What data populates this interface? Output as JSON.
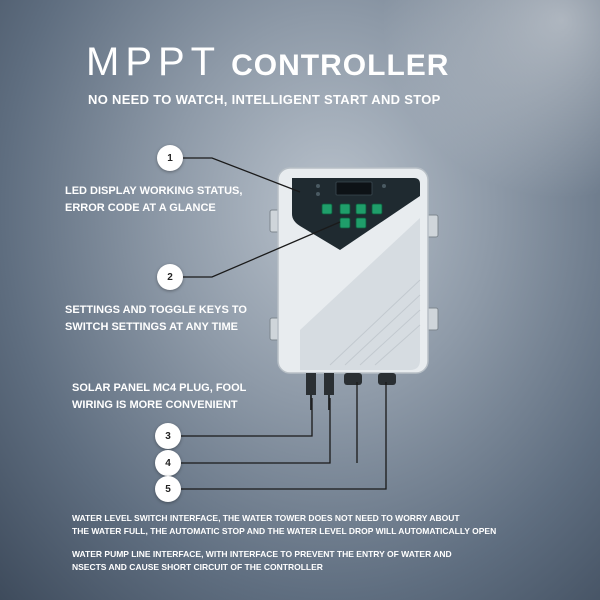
{
  "title": {
    "part1": "MPPT",
    "part2": "CONTROLLER"
  },
  "subtitle": "NO NEED TO WATCH, INTELLIGENT START AND STOP",
  "callouts": [
    {
      "number": "1",
      "lines": [
        "LED DISPLAY WORKING STATUS,",
        "ERROR CODE AT A GLANCE"
      ]
    },
    {
      "number": "2",
      "lines": [
        "SETTINGS AND TOGGLE KEYS TO",
        "SWITCH SETTINGS AT ANY TIME"
      ]
    },
    {
      "number": "3",
      "lines": [
        "SOLAR PANEL MC4 PLUG, FOOL",
        "WIRING IS MORE CONVENIENT"
      ]
    },
    {
      "number": "4",
      "lines": []
    },
    {
      "number": "5",
      "lines": []
    }
  ],
  "footer": {
    "water_level": [
      "WATER LEVEL SWITCH INTERFACE, THE WATER TOWER DOES NOT NEED TO WORRY ABOUT",
      "THE WATER FULL, THE AUTOMATIC STOP AND THE WATER LEVEL DROP WILL AUTOMATICALLY OPEN"
    ],
    "pump_line": [
      "WATER PUMP LINE INTERFACE, WITH INTERFACE TO PREVENT THE ENTRY OF WATER AND",
      "NSECTS AND CAUSE SHORT CIRCUIT OF THE CONTROLLER"
    ]
  },
  "colors": {
    "text": "#ffffff",
    "device_body": "#e8ecef",
    "panel": "#1f2a30",
    "button": "#1f9e6a",
    "display": "#0d1216"
  }
}
